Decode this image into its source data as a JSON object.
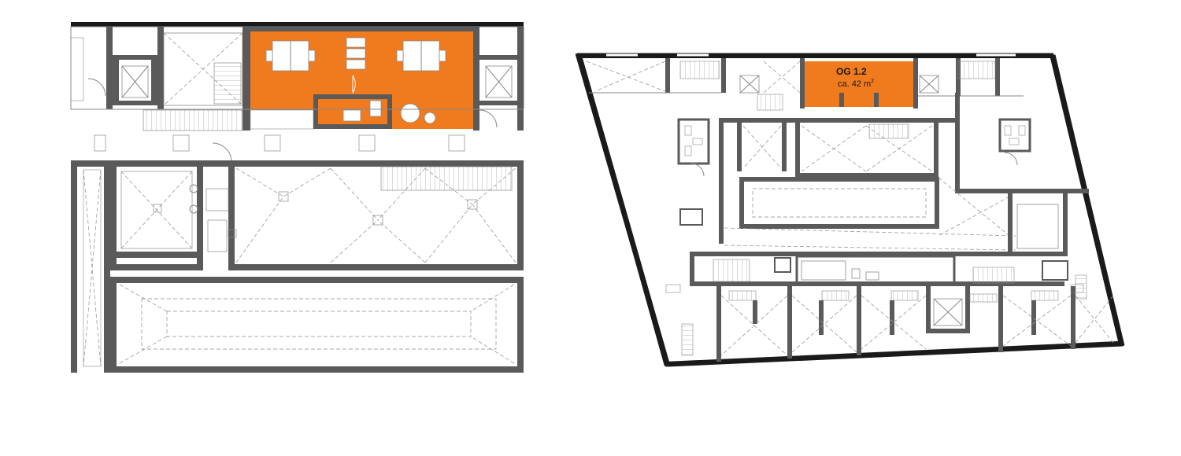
{
  "unit_label": {
    "name": "OG 1.2",
    "area_prefix": "ca. 42 m",
    "area_sup": "2"
  },
  "colors": {
    "highlight": "#f07a1e",
    "wall": "#5a5a5a",
    "outer_wall": "#1a1a1a",
    "line": "#8a8a8a"
  }
}
